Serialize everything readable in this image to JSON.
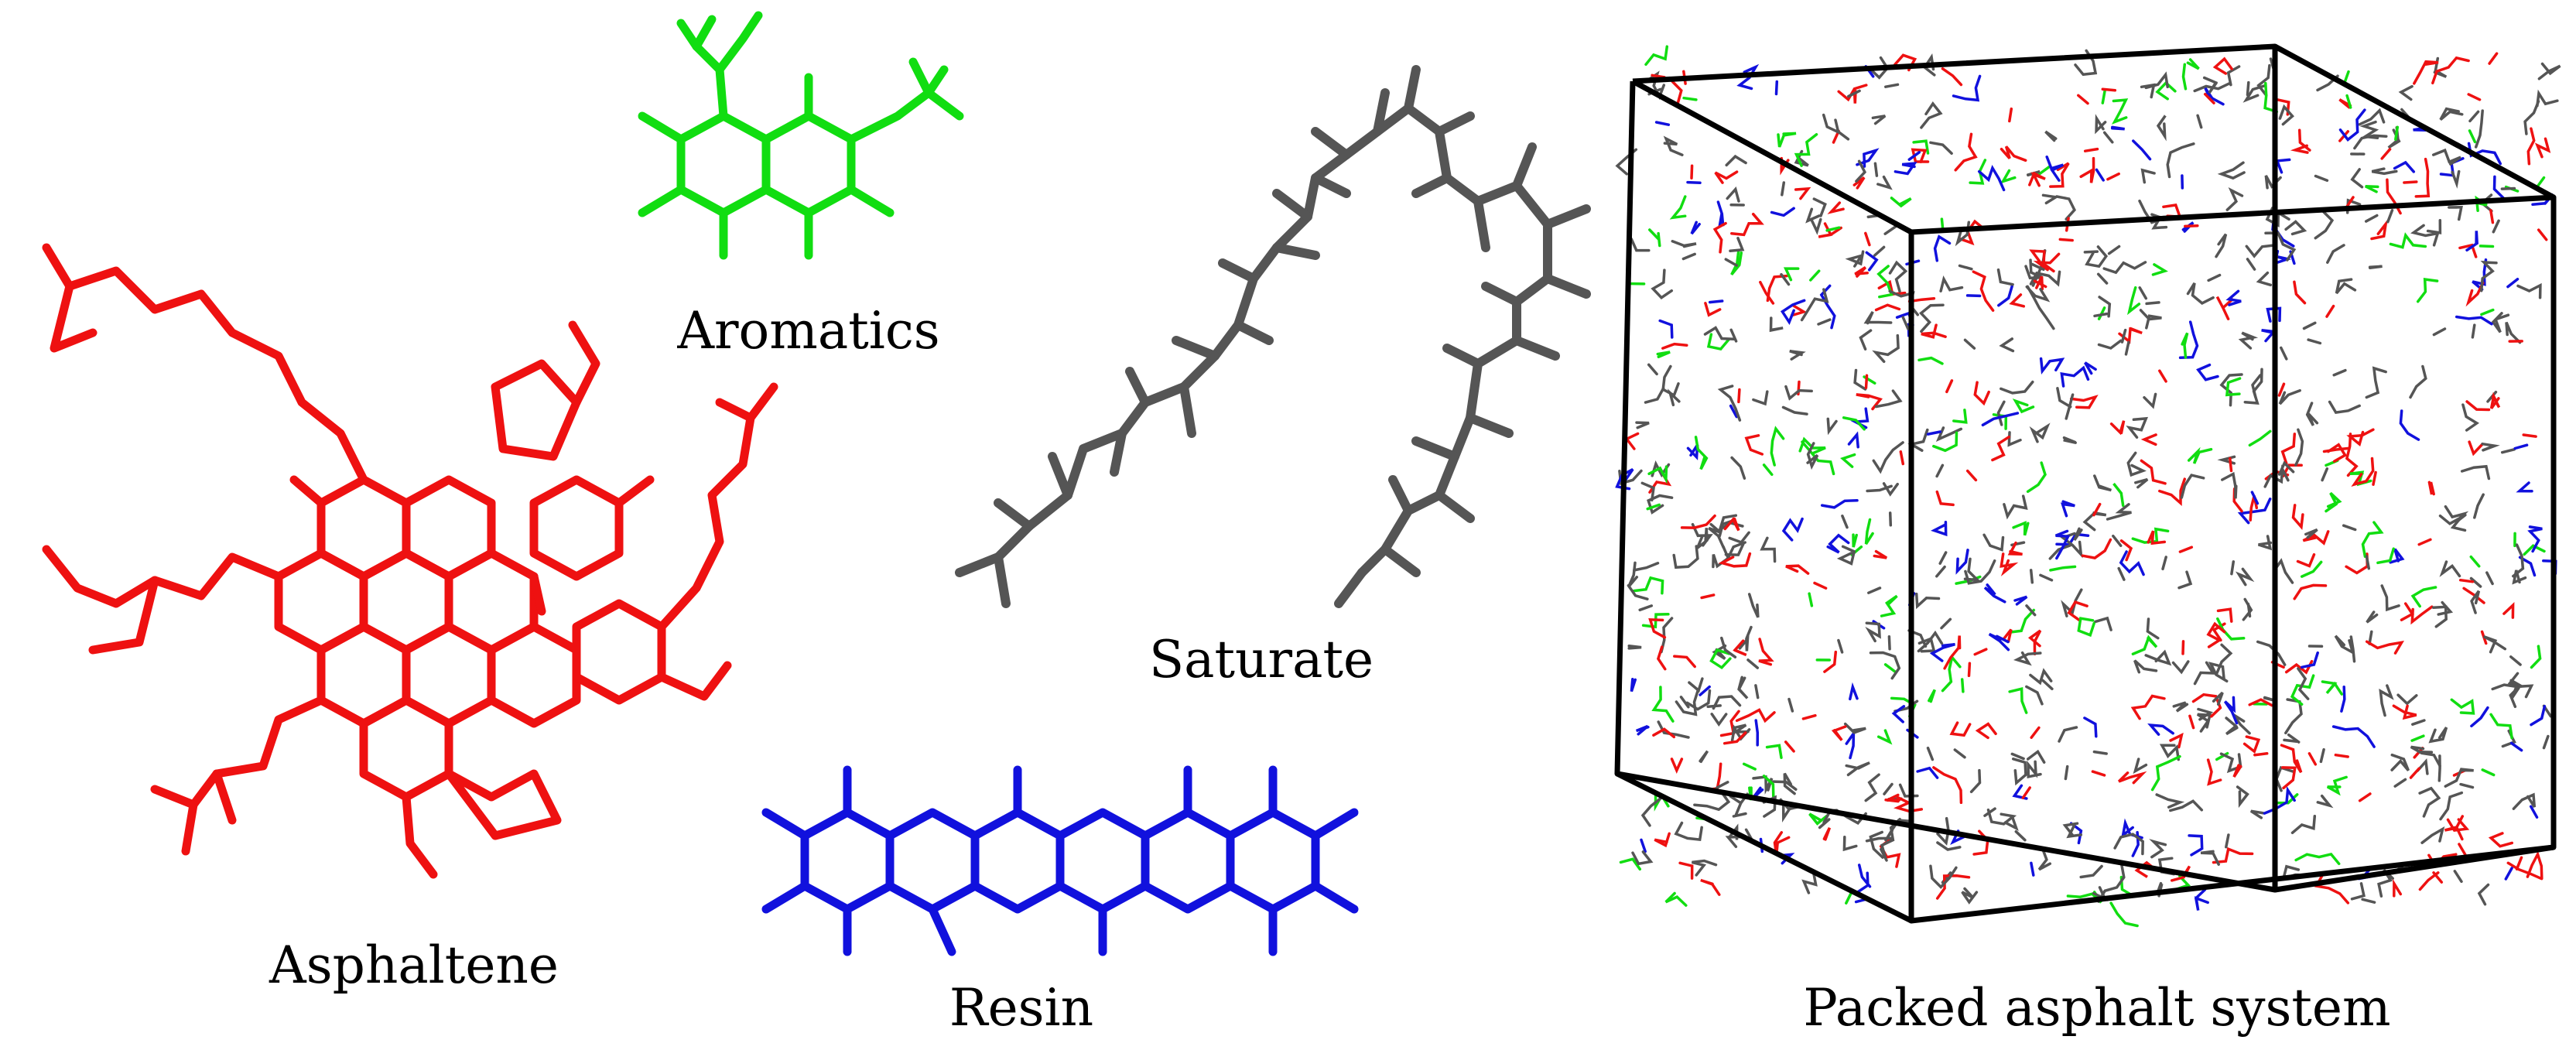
{
  "labels": {
    "aromatics": "Aromatics",
    "saturate": "Saturate",
    "asphaltene": "Asphaltene",
    "resin": "Resin",
    "packed_system": "Packed asphalt system"
  },
  "colors": {
    "asphaltene": "#ee1111",
    "aromatics": "#11dd11",
    "saturate": "#555555",
    "resin": "#1111dd",
    "box_edge": "#000000"
  }
}
